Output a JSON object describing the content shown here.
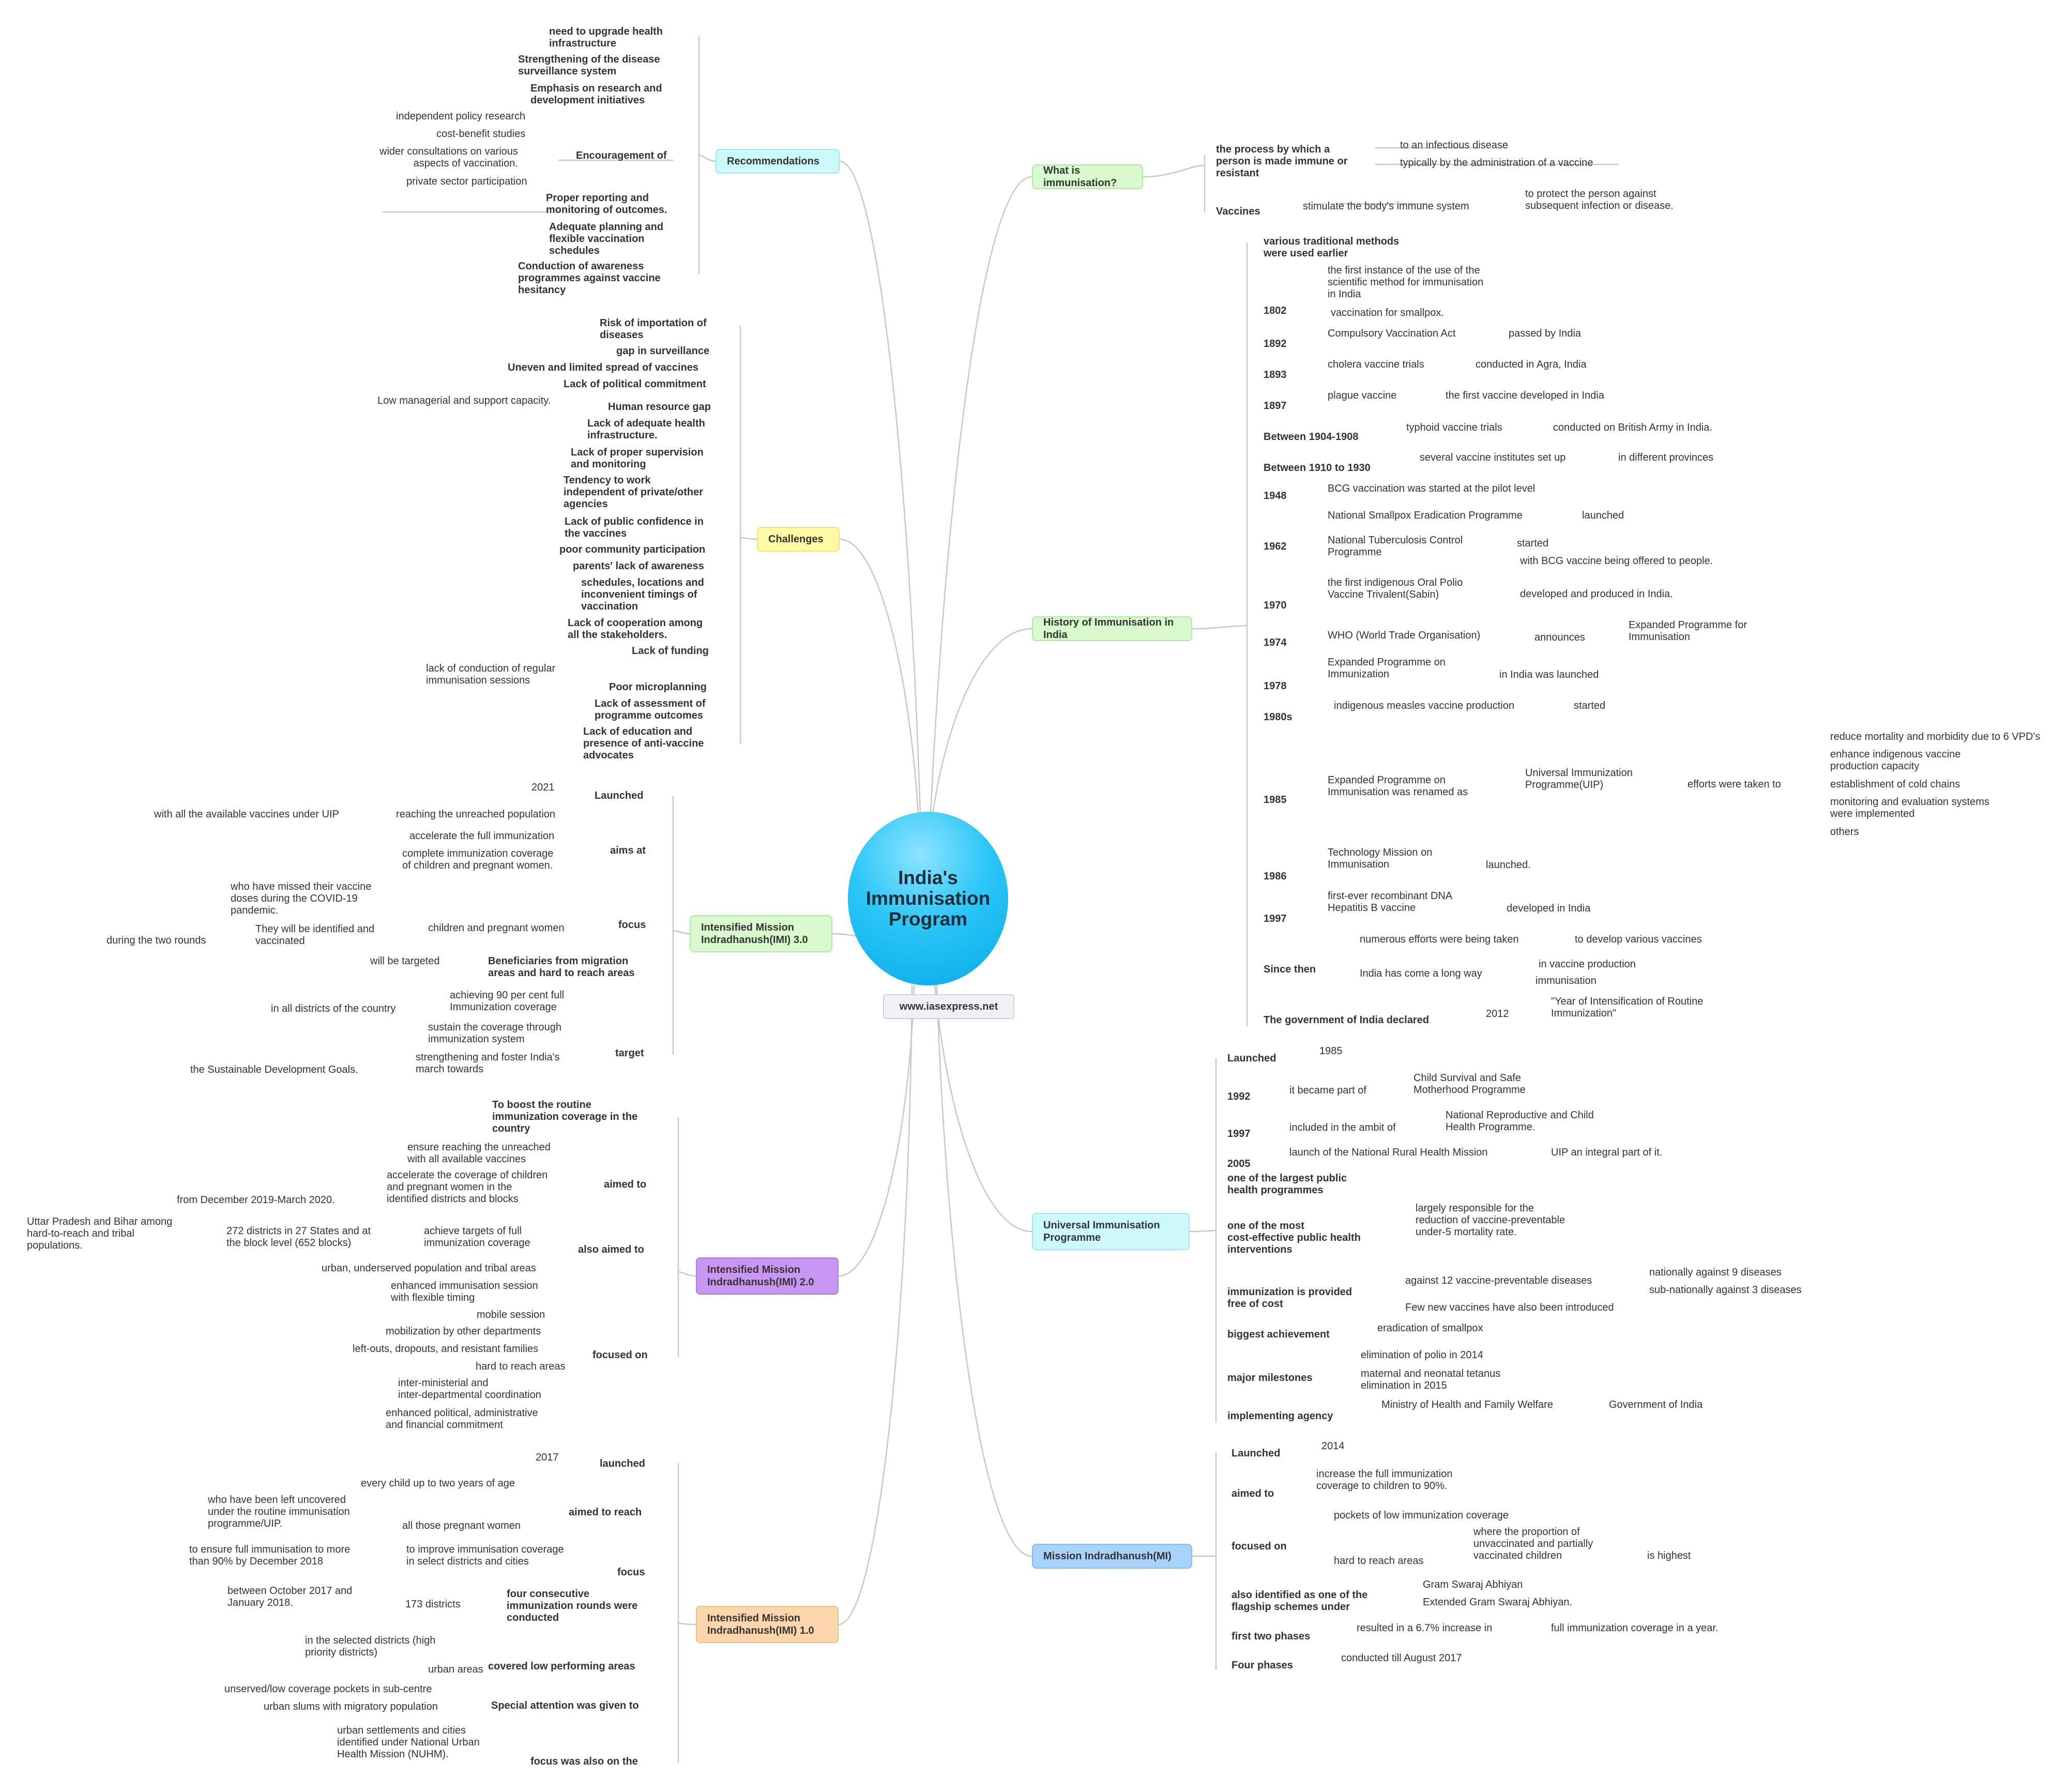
{
  "center": {
    "title": "India's\nImmunisation\nProgram",
    "site": "www.iasexpress.net"
  },
  "colors": {
    "green": "#d7f9cc",
    "cyan": "#ccf9fb",
    "yellow": "#fffaa3",
    "blue": "#a9d3fb",
    "purple": "#c897f2",
    "orange": "#fdd7ab",
    "line": "#c8c8c8"
  },
  "right": {
    "what": {
      "title": "What is immunisation?",
      "process": "the process by which a\nperson is made immune or\nresistant",
      "infectious": "to an infectious disease",
      "vaccine_admin": "typically by the administration of a vaccine",
      "vaccines": "Vaccines",
      "stimulate": "stimulate the body's immune system",
      "protect": "to protect the person against\nsubsequent infection or disease."
    },
    "history": {
      "title": "History of Immunisation in India",
      "traditional": "various traditional methods\nwere used earlier",
      "y1802": "1802",
      "first_instance": "the first instance of the use of the\nscientific method for immunisation\nin India",
      "smallpox_vacc": "vaccination for smallpox.",
      "y1892": "1892",
      "compulsory": "Compulsory Vaccination Act",
      "passed": "passed by India",
      "y1893": "1893",
      "cholera": "cholera vaccine trials",
      "agra": "conducted in Agra, India",
      "y1897": "1897",
      "plague": "plague vaccine",
      "first_vaccine": "the first vaccine developed in India",
      "y1904": "Between 1904-1908",
      "typhoid": "typhoid vaccine trials",
      "british": "conducted on British Army in India.",
      "y1910": "Between 1910 to 1930",
      "institutes": "several vaccine institutes set up",
      "provinces": "in different provinces",
      "y1948": "1948",
      "bcg": "BCG vaccination was started at the pilot level",
      "y1962": "1962",
      "nsep": "National Smallpox Eradication Programme",
      "launched": "launched",
      "ntcp": "National Tuberculosis Control\nProgramme",
      "started": "started",
      "bcg_offered": "with BCG vaccine being offered to people.",
      "y1970": "1970",
      "opv": "the first indigenous Oral Polio\nVaccine Trivalent(Sabin)",
      "developed_india": "developed and produced in India.",
      "y1974": "1974",
      "who": "WHO (World Trade Organisation)",
      "announces": "announces",
      "epi": "Expanded Programme for\nImmunisation",
      "y1978": "1978",
      "epi_on": "Expanded Programme on\nImmunization",
      "epi_launched": "in India was launched",
      "y1980s": "1980s",
      "measles": "indigenous measles vaccine production",
      "measles_started": "started",
      "y1985": "1985",
      "renamed": "Expanded Programme on\nImmunisation was renamed as",
      "uip": "Universal Immunization\nProgramme(UIP)",
      "efforts": "efforts were taken to",
      "reduce": "reduce mortality and morbidity due to 6 VPD's",
      "enhance": "enhance indigenous vaccine\nproduction capacity",
      "cold": "establishment of cold chains",
      "monitoring": "monitoring and evaluation systems\nwere implemented",
      "others": "others",
      "y1986": "1986",
      "tech_mission": "Technology Mission on\nImmunisation",
      "tech_launched": "launched.",
      "y1997": "1997",
      "hepb": "first-ever recombinant DNA\nHepatitis B vaccine",
      "hepb_dev": "developed in India",
      "since": "Since then",
      "numerous": "numerous efforts were being taken",
      "develop_various": "to develop various vaccines",
      "long_way": "India has come a long way",
      "in_production": "in vaccine production",
      "immunisation": "immunisation",
      "govt_declared": "The government of India declared",
      "y2012": "2012",
      "year_of": "\"Year of Intensification of Routine\nImmunization\""
    },
    "uip": {
      "title": "Universal Immunisation\nProgramme",
      "launched": "Launched",
      "l1985": "1985",
      "y1992": "1992",
      "became": "it became part of",
      "csmp": "Child Survival and Safe\nMotherhood Programme",
      "y1997": "1997",
      "ambit": "included in the ambit of",
      "nrchp": "National Reproductive and Child\nHealth Programme.",
      "y2005": "2005",
      "nrhm": "launch of the National Rural Health Mission",
      "integral": "UIP an integral part of it.",
      "largest": "one of the largest public\nhealth programmes",
      "cost_effective": "one of the most\ncost-effective public health\ninterventions",
      "responsible": "largely responsible for the\nreduction of vaccine-preventable\nunder-5 mortality rate.",
      "free": "immunization is provided\nfree of cost",
      "against12": "against 12 vaccine-preventable diseases",
      "national9": "nationally against 9 diseases",
      "sub3": "sub-nationally against 3 diseases",
      "few_new": "Few new vaccines have also been introduced",
      "biggest": "biggest achievement",
      "eradication": "eradication of smallpox",
      "milestones": "major milestones",
      "polio": "elimination of polio in 2014",
      "tetanus": "maternal and neonatal tetanus\nelimination in 2015",
      "agency": "implementing agency",
      "ministry": "Ministry of Health and Family Welfare",
      "goi": "Government of India"
    },
    "mi": {
      "title": "Mission Indradhanush(MI)",
      "launched": "Launched",
      "l2014": "2014",
      "aimed": "aimed to",
      "increase": "increase the full immunization\ncoverage to children to 90%.",
      "focused": "focused on",
      "pockets": "pockets of low immunization coverage",
      "hard": "hard to reach areas",
      "where": "where the proportion of\nunvaccinated and partially\nvaccinated children",
      "highest": "is highest",
      "flagship": "also identified as one of the\nflagship schemes under",
      "gsa": "Gram Swaraj Abhiyan",
      "egsa": "Extended Gram Swaraj Abhiyan.",
      "first_two": "first two phases",
      "resulted": "resulted in a 6.7% increase in",
      "full_cov": "full immunization coverage in a year.",
      "four": "Four phases",
      "till": "conducted till August 2017"
    }
  },
  "left": {
    "rec": {
      "title": "Recommendations",
      "upgrade": "need to upgrade health\ninfrastructure",
      "surveillance": "Strengthening of the disease\nsurveillance system",
      "research": "Emphasis on research and\ndevelopment initiatives",
      "encouragement": "Encouragement of",
      "policy": "independent policy research",
      "cba": "cost-benefit studies",
      "wider": "wider consultations on various\naspects of vaccination.",
      "private": "private sector participation",
      "reporting": "Proper reporting and\nmonitoring of outcomes.",
      "planning": "Adequate planning and\nflexible vaccination\nschedules",
      "awareness": "Conduction of awareness\nprogrammes against vaccine\nhesitancy"
    },
    "chal": {
      "title": "Challenges",
      "risk": "Risk of importation of\ndiseases",
      "gap": "gap in surveillance",
      "uneven": "Uneven and limited spread of vaccines",
      "political": "Lack of political commitment",
      "hr_gap": "Human resource gap",
      "low_mgr": "Low managerial and support capacity.",
      "infra": "Lack of adequate health\ninfrastructure.",
      "supervision": "Lack of proper supervision\nand monitoring",
      "tendency": "Tendency to work\nindependent of private/other\nagencies",
      "confidence": "Lack of public confidence in\nthe vaccines",
      "participation": "poor community participation",
      "parents": "parents' lack of awareness",
      "schedules": "schedules, locations and\ninconvenient timings of\nvaccination",
      "cooperation": "Lack of cooperation among\nall the stakeholders.",
      "funding": "Lack of funding",
      "microplanning": "Poor microplanning",
      "lack_regular": "lack of conduction of regular\nimmunisation sessions",
      "assessment": "Lack of assessment of\nprogramme outcomes",
      "education": "Lack of education and\npresence of anti-vaccine\nadvocates"
    },
    "imi3": {
      "title": "Intensified Mission\nIndradhanush(IMI) 3.0",
      "launched": "Launched",
      "l2021": "2021",
      "aims": "aims at",
      "unreached": "reaching the unreached population",
      "with_all": "with all the available vaccines under UIP",
      "accelerate": "accelerate the full immunization",
      "complete": "complete immunization coverage\nof children and pregnant women.",
      "focus": "focus",
      "children_pw": "children and pregnant women",
      "missed": "who have missed their vaccine\ndoses during the COVID-19\npandemic.",
      "identified": "They will be identified and\nvaccinated",
      "two_rounds": "during the two rounds",
      "beneficiaries": "Beneficiaries from migration\nareas and hard to reach areas",
      "targeted": "will be targeted",
      "target": "target",
      "achieving": "achieving 90 per cent full\nImmunization coverage",
      "all_districts": "in all districts of the country",
      "sustain": "sustain the coverage through\nimmunization system",
      "strengthening": "strengthening and foster India's\nmarch towards",
      "sdg": "the Sustainable Development Goals."
    },
    "imi2": {
      "title": "Intensified Mission\nIndradhanush(IMI) 2.0",
      "boost": "To boost the routine\nimmunization coverage in the\ncountry",
      "aimed": "aimed to",
      "ensure": "ensure reaching the unreached\nwith all available vaccines",
      "accelerate": "accelerate the coverage of children\nand pregnant women in the\nidentified districts and blocks",
      "dec2019": "from December 2019-March 2020.",
      "also_aimed": "also aimed to",
      "achieve": "achieve targets of full\nimmunization coverage",
      "districts272": "272 districts in 27 States and at\nthe block level (652 blocks)",
      "up_bihar": "Uttar Pradesh and Bihar among\nhard-to-reach and tribal\npopulations.",
      "focused": "focused on",
      "urban_tribal": "urban, underserved population and tribal areas",
      "enhanced_session": "enhanced immunisation session\nwith flexible timing",
      "mobile": "mobile session",
      "mobilization": "mobilization by other departments",
      "leftouts": "left-outs, dropouts, and resistant families",
      "hard_areas": "hard to reach areas",
      "inter": "inter-ministerial and\ninter-departmental coordination",
      "political": "enhanced political, administrative\nand financial commitment"
    },
    "imi1": {
      "title": "Intensified Mission\nIndradhanush(IMI) 1.0",
      "launched": "launched",
      "l2017": "2017",
      "aimed_reach": "aimed to reach",
      "every_child": "every child up to two years of age",
      "pregnant": "all those pregnant women",
      "left_out": "who have been left uncovered\nunder the routine immunisation\nprogramme/UIP.",
      "focus": "focus",
      "improve": "to improve immunisation coverage\nin select districts and cities",
      "ensure90": "to ensure full immunisation to more\nthan 90% by December 2018",
      "four_rounds": "four consecutive\nimmunization rounds were\nconducted",
      "districts173": "173 districts",
      "oct2017": "between October 2017 and\nJanuary 2018.",
      "covered": "covered low performing areas",
      "selected": "in the selected districts (high\npriority districts)",
      "urban": "urban areas",
      "special": "Special attention was given to",
      "unserved": "unserved/low coverage pockets in sub-centre",
      "slums": "urban slums with migratory population",
      "focus_also": "focus was also on the",
      "nuhm": "urban settlements and cities\nidentified under National Urban\nHealth Mission (NUHM)."
    }
  }
}
